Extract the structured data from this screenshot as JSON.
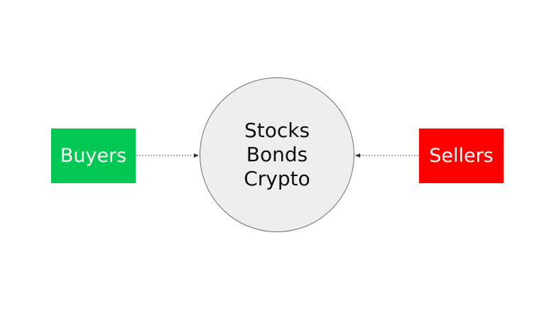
{
  "buyers": {
    "label": "Buyers",
    "color": "#00c853"
  },
  "sellers": {
    "label": "Sellers",
    "color": "#ff0000"
  },
  "market": {
    "items": [
      "Stocks",
      "Bonds",
      "Crypto"
    ],
    "fill": "#eeeeee",
    "stroke": "#6f6f6f"
  },
  "connector_color": "#555555"
}
